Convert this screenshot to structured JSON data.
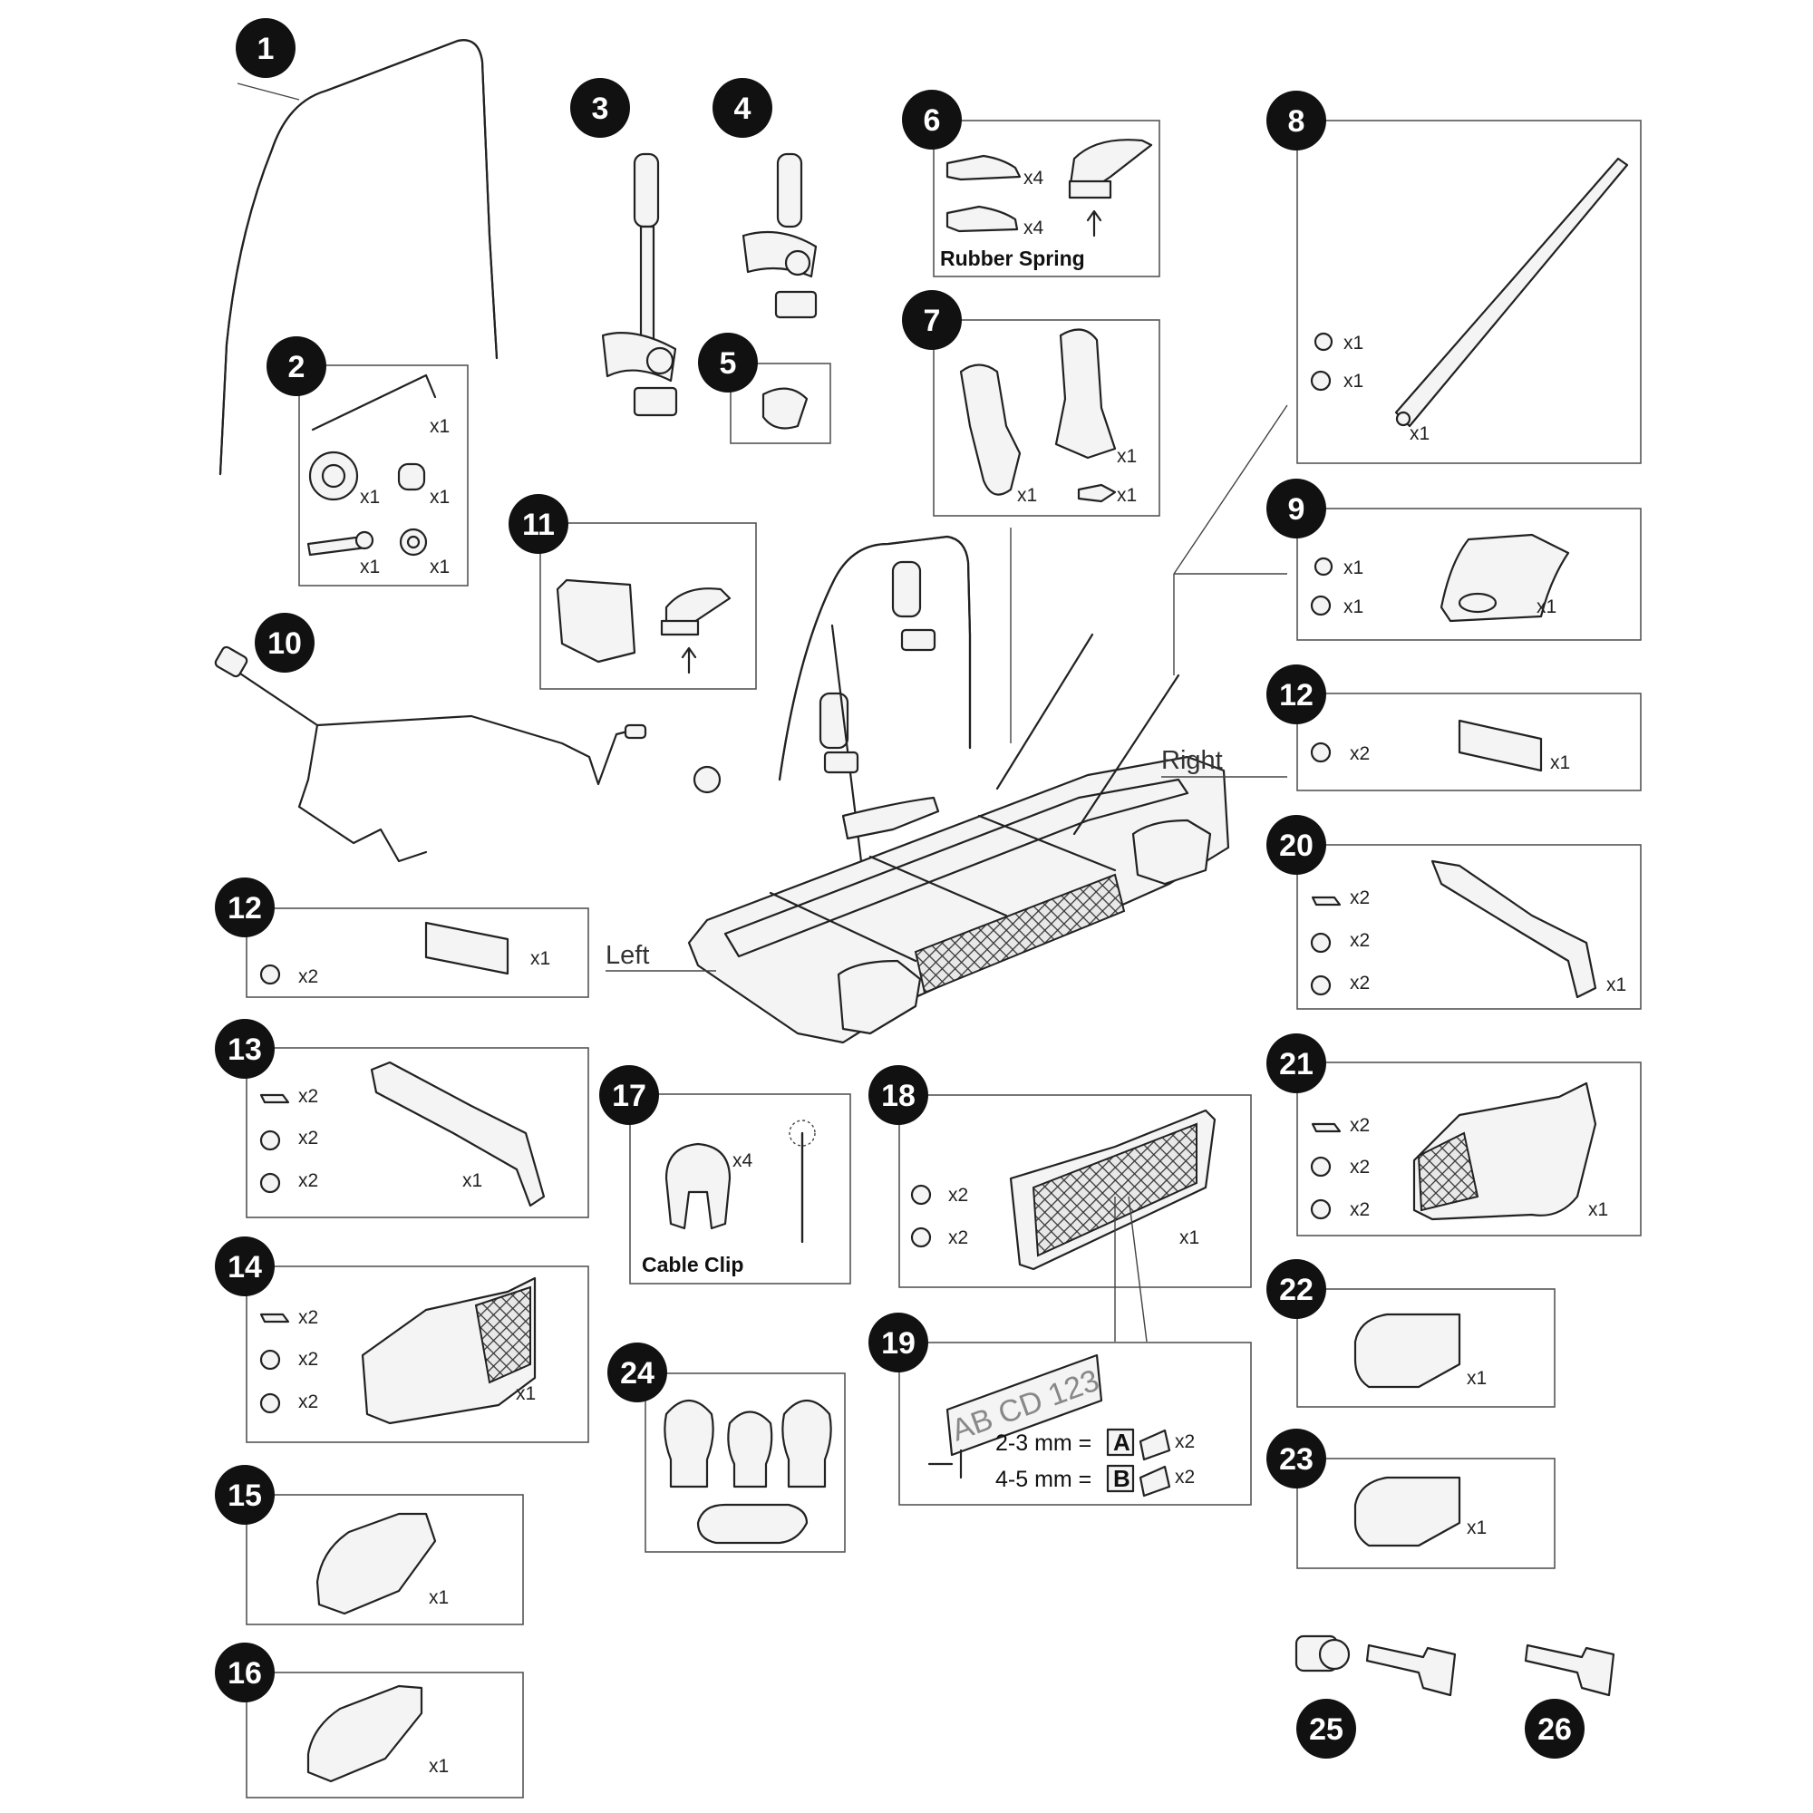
{
  "labels": {
    "b1": "1",
    "b2": "2",
    "b3": "3",
    "b4": "4",
    "b5": "5",
    "b6": "6",
    "b7": "7",
    "b8": "8",
    "b9": "9",
    "b10": "10",
    "b11": "11",
    "b12a": "12",
    "b12b": "12",
    "b13": "13",
    "b14": "14",
    "b15": "15",
    "b16": "16",
    "b17": "17",
    "b18": "18",
    "b19": "19",
    "b20": "20",
    "b21": "21",
    "b22": "22",
    "b23": "23",
    "b24": "24",
    "b25": "25",
    "b26": "26"
  },
  "quantities": {
    "x1": "x1",
    "x2": "x2",
    "x4": "x4"
  },
  "captions": {
    "rubber_spring": "Rubber Spring",
    "cable_clip": "Cable Clip",
    "left": "Left",
    "right": "Right"
  },
  "plate": {
    "text": "AB CD  123",
    "row_a": "2-3 mm =",
    "row_b": "4-5 mm =",
    "letter_a": "A",
    "letter_b": "B"
  }
}
